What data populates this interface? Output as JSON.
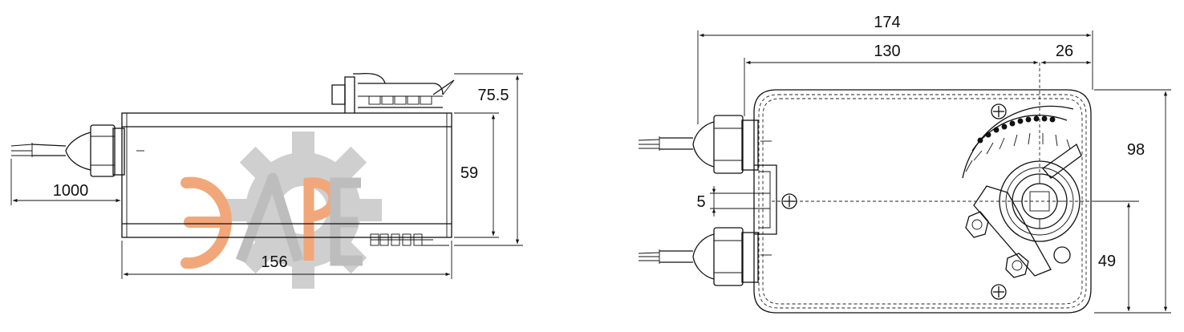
{
  "side_view": {
    "dimensions": {
      "cable_length": "1000",
      "body_length": "156",
      "body_height": "59",
      "total_height": "75.5"
    }
  },
  "front_view": {
    "dimensions": {
      "total_width": "174",
      "body_to_shaft": "130",
      "shaft_to_edge": "26",
      "height": "98",
      "shaft_height": "49",
      "slot_width": "5"
    }
  },
  "watermark": {
    "icon": "gear-logo-icon",
    "colors": {
      "gear": "#c8c8c8",
      "letters_orange": "#f2a77a",
      "letters_gray": "#bdbdbd"
    }
  }
}
